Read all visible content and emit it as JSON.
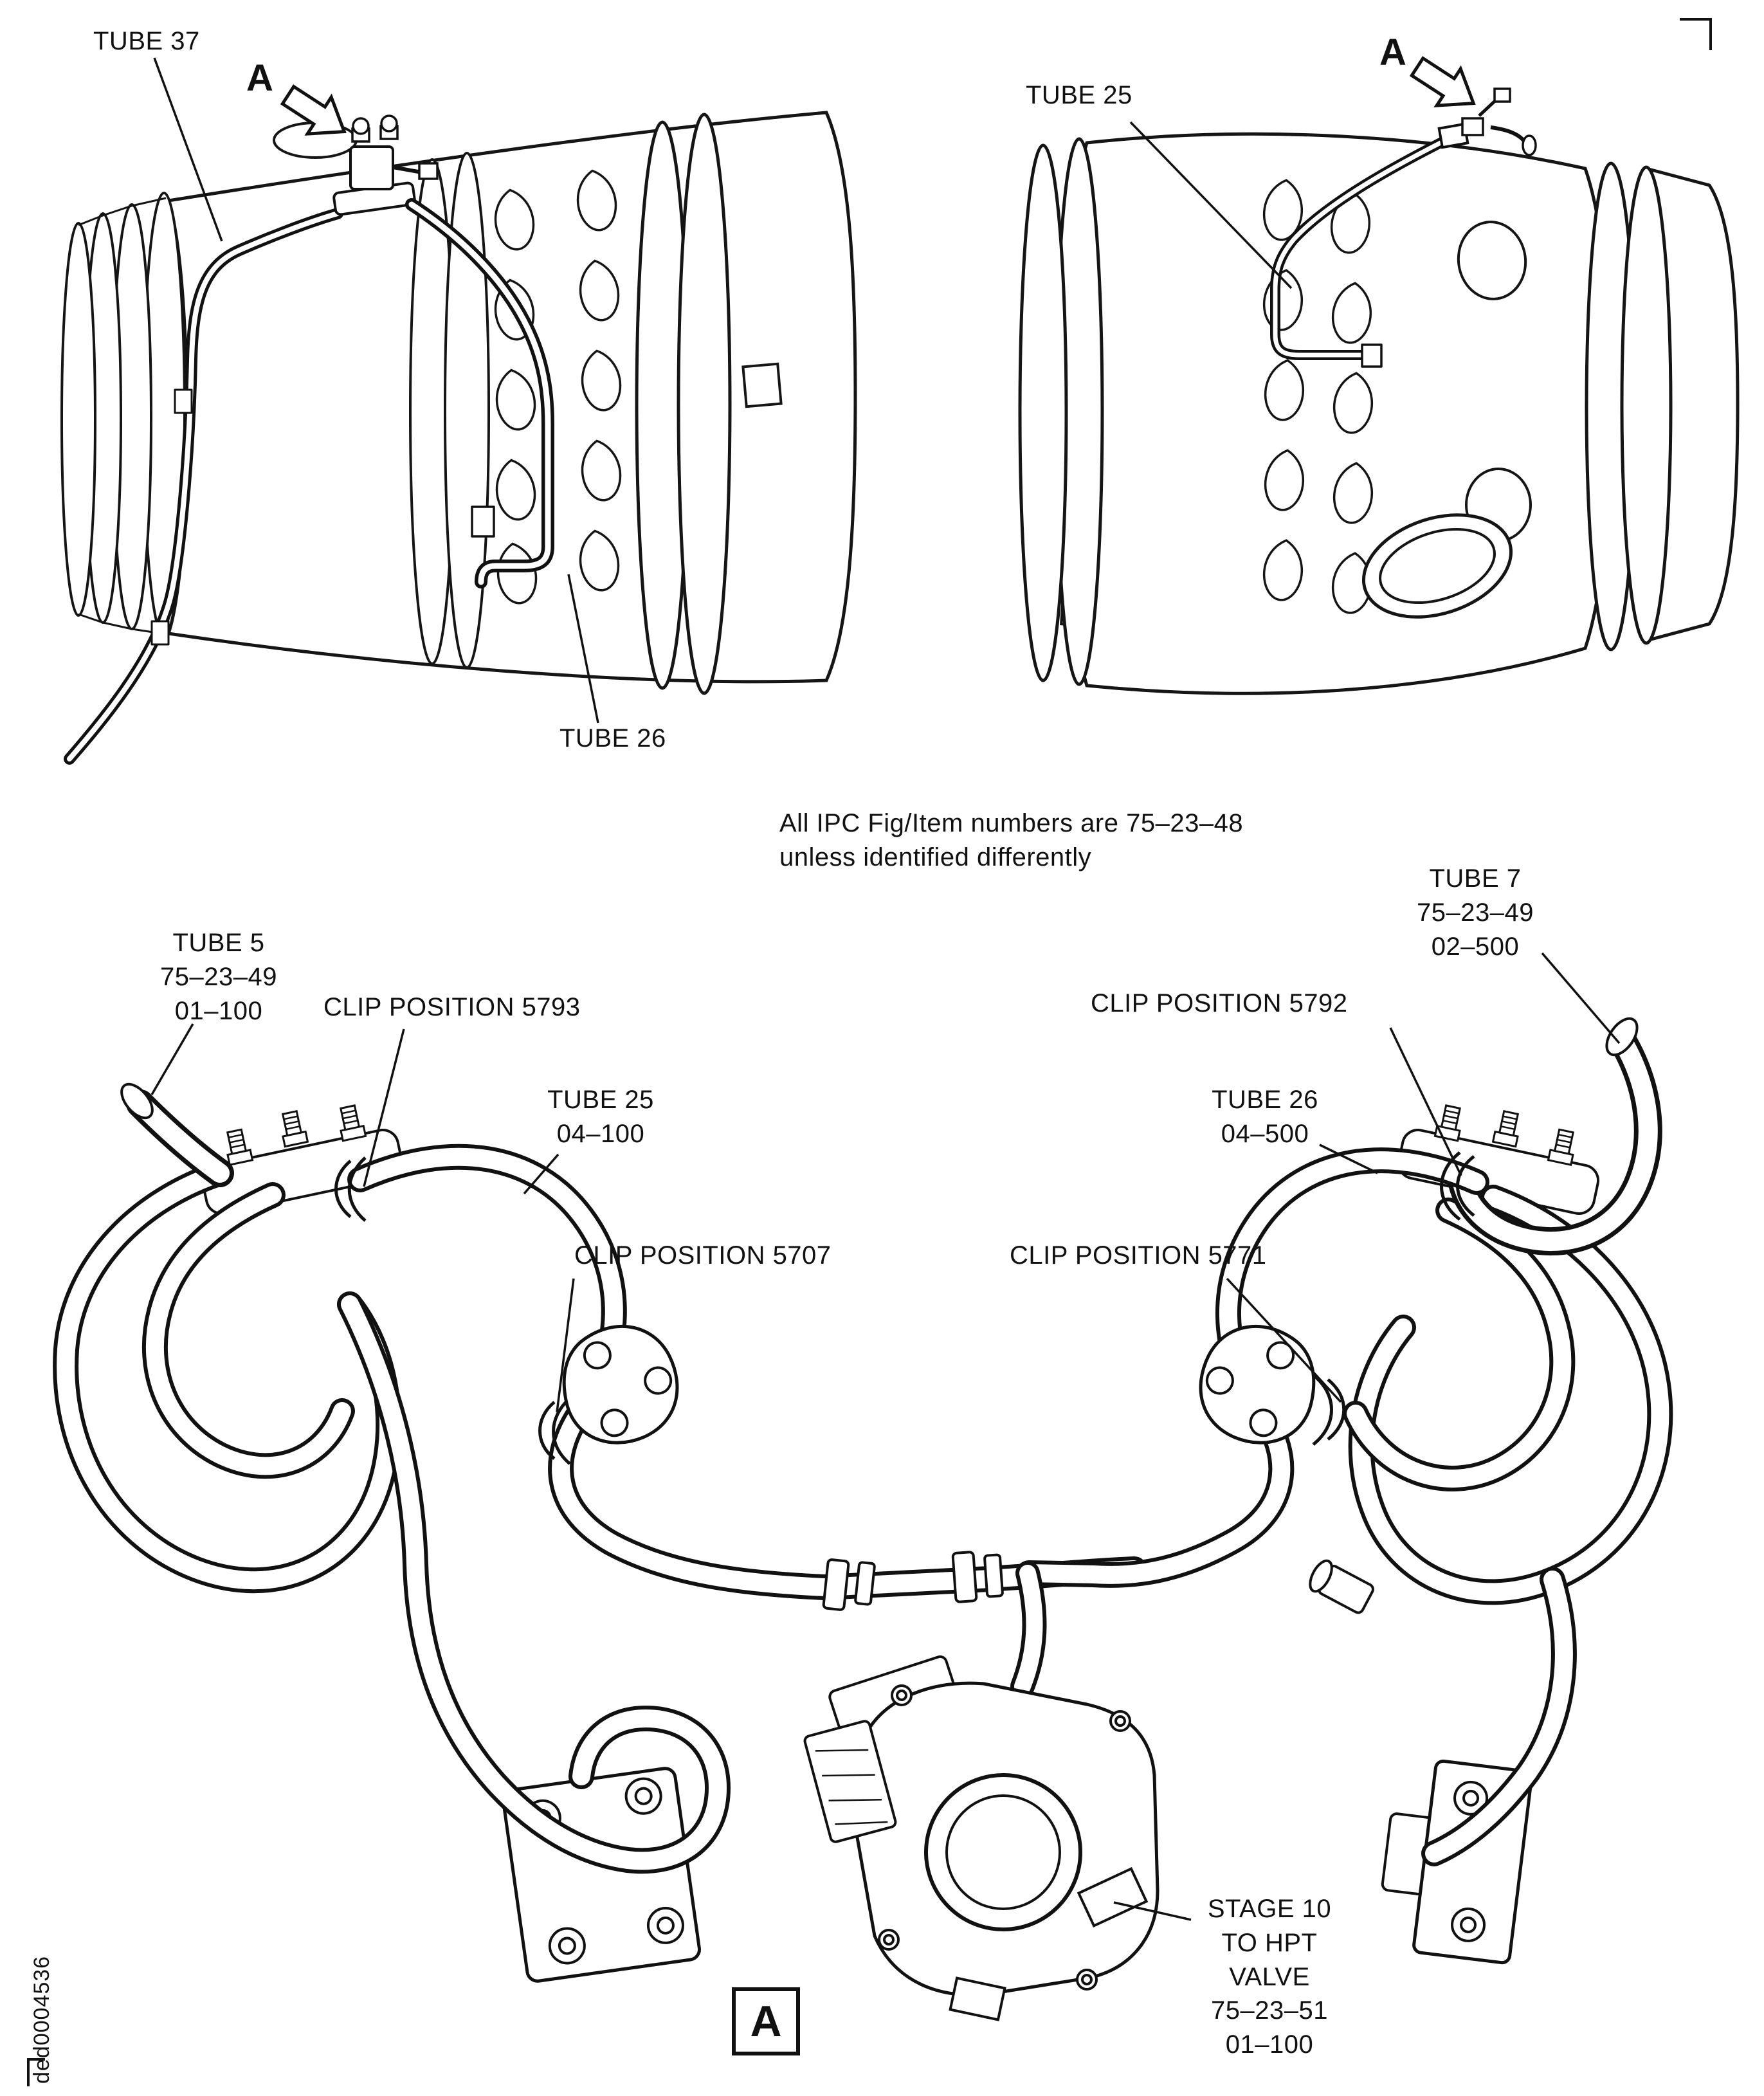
{
  "page": {
    "doc_code": "ded0004536",
    "note_line1": "All IPC Fig/Item numbers are 75–23–48",
    "note_line2": "unless identified differently",
    "detail_marker": "A"
  },
  "top_left_view": {
    "tube37": "TUBE 37",
    "tube26": "TUBE 26",
    "view_marker": "A"
  },
  "top_right_view": {
    "tube25": "TUBE 25",
    "view_marker": "A"
  },
  "detail_view": {
    "tube5": {
      "l1": "TUBE 5",
      "l2": "75–23–49",
      "l3": "01–100"
    },
    "clip5793": "CLIP POSITION 5793",
    "tube25": {
      "l1": "TUBE 25",
      "l2": "04–100"
    },
    "clip5707": "CLIP POSITION 5707",
    "tube7": {
      "l1": "TUBE 7",
      "l2": "75–23–49",
      "l3": "02–500"
    },
    "clip5792": "CLIP POSITION 5792",
    "tube26": {
      "l1": "TUBE 26",
      "l2": "04–500"
    },
    "clip5771": "CLIP POSITION 5771",
    "stage10": {
      "l1": "STAGE 10",
      "l2": "TO HPT VALVE",
      "l3": "75–23–51",
      "l4": "01–100"
    }
  }
}
